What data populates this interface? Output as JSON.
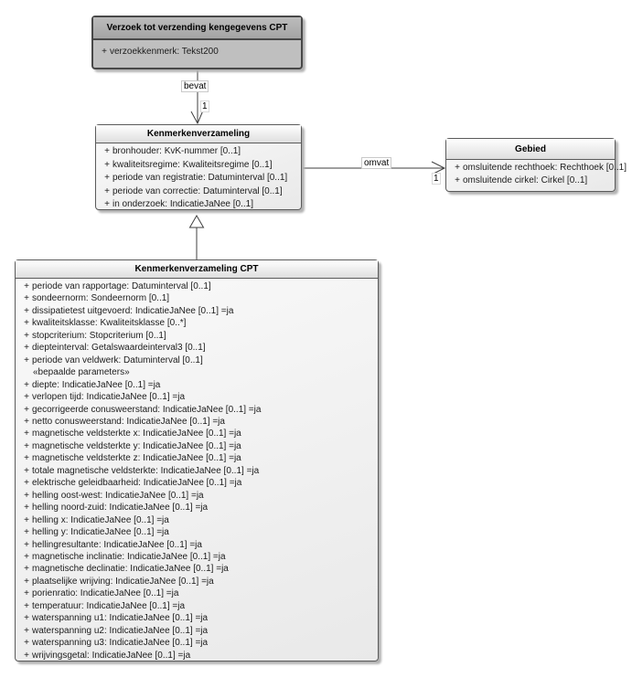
{
  "classes": [
    {
      "id": "verzoek-cpt",
      "title": "Verzoek tot verzending kengegevens CPT",
      "members": [
        {
          "type": "attribute",
          "text": "verzoekkenmerk: Tekst200"
        }
      ]
    },
    {
      "id": "kenmerkenverzameling",
      "title": "Kenmerkenverzameling",
      "members": [
        {
          "type": "attribute",
          "text": "bronhouder: KvK-nummer [0..1]"
        },
        {
          "type": "attribute",
          "text": "kwaliteitsregime: Kwaliteitsregime [0..1]"
        },
        {
          "type": "attribute",
          "text": "periode van registratie: Datuminterval [0..1]"
        },
        {
          "type": "attribute",
          "text": "periode van correctie: Datuminterval [0..1]"
        },
        {
          "type": "attribute",
          "text": "in onderzoek: IndicatieJaNee [0..1]"
        }
      ]
    },
    {
      "id": "gebied",
      "title": "Gebied",
      "members": [
        {
          "type": "attribute",
          "text": "omsluitende rechthoek: Rechthoek [0..1]"
        },
        {
          "type": "attribute",
          "text": "omsluitende cirkel: Cirkel [0..1]"
        }
      ]
    },
    {
      "id": "kenmerkenverzameling-cpt",
      "title": "Kenmerkenverzameling CPT",
      "members": [
        {
          "type": "attribute",
          "text": "periode van rapportage: Datuminterval [0..1]"
        },
        {
          "type": "attribute",
          "text": "sondeernorm: Sondeernorm [0..1]"
        },
        {
          "type": "attribute",
          "text": "dissipatietest uitgevoerd: IndicatieJaNee [0..1] =ja"
        },
        {
          "type": "attribute",
          "text": "kwaliteitsklasse: Kwaliteitsklasse [0..*]"
        },
        {
          "type": "attribute",
          "text": "stopcriterium: Stopcriterium [0..1]"
        },
        {
          "type": "attribute",
          "text": "diepteinterval: Getalswaardeinterval3 [0..1]"
        },
        {
          "type": "attribute",
          "text": "periode van veldwerk: Datuminterval [0..1]"
        },
        {
          "type": "stereotype",
          "text": "«bepaalde parameters»"
        },
        {
          "type": "attribute",
          "text": "diepte: IndicatieJaNee [0..1] =ja"
        },
        {
          "type": "attribute",
          "text": "verlopen tijd: IndicatieJaNee [0..1] =ja"
        },
        {
          "type": "attribute",
          "text": "gecorrigeerde conusweerstand: IndicatieJaNee [0..1] =ja"
        },
        {
          "type": "attribute",
          "text": "netto conusweerstand: IndicatieJaNee [0..1] =ja"
        },
        {
          "type": "attribute",
          "text": "magnetische veldsterkte x: IndicatieJaNee [0..1] =ja"
        },
        {
          "type": "attribute",
          "text": "magnetische veldsterkte y: IndicatieJaNee [0..1] =ja"
        },
        {
          "type": "attribute",
          "text": "magnetische veldsterkte z: IndicatieJaNee [0..1] =ja"
        },
        {
          "type": "attribute",
          "text": "totale magnetische veldsterkte: IndicatieJaNee [0..1] =ja"
        },
        {
          "type": "attribute",
          "text": "elektrische geleidbaarheid: IndicatieJaNee [0..1] =ja"
        },
        {
          "type": "attribute",
          "text": "helling oost-west: IndicatieJaNee [0..1] =ja"
        },
        {
          "type": "attribute",
          "text": "helling noord-zuid: IndicatieJaNee [0..1] =ja"
        },
        {
          "type": "attribute",
          "text": "helling x: IndicatieJaNee [0..1] =ja"
        },
        {
          "type": "attribute",
          "text": "helling y: IndicatieJaNee [0..1] =ja"
        },
        {
          "type": "attribute",
          "text": "hellingresultante: IndicatieJaNee [0..1] =ja"
        },
        {
          "type": "attribute",
          "text": "magnetische inclinatie: IndicatieJaNee [0..1] =ja"
        },
        {
          "type": "attribute",
          "text": "magnetische declinatie: IndicatieJaNee [0..1] =ja"
        },
        {
          "type": "attribute",
          "text": "plaatselijke wrijving: IndicatieJaNee [0..1] =ja"
        },
        {
          "type": "attribute",
          "text": "porienratio: IndicatieJaNee [0..1] =ja"
        },
        {
          "type": "attribute",
          "text": "temperatuur: IndicatieJaNee [0..1] =ja"
        },
        {
          "type": "attribute",
          "text": "waterspanning u1: IndicatieJaNee [0..1] =ja"
        },
        {
          "type": "attribute",
          "text": "waterspanning u2: IndicatieJaNee [0..1] =ja"
        },
        {
          "type": "attribute",
          "text": "waterspanning u3: IndicatieJaNee [0..1] =ja"
        },
        {
          "type": "attribute",
          "text": "wrijvingsgetal: IndicatieJaNee [0..1] =ja"
        }
      ]
    }
  ],
  "connectors": {
    "bevat": {
      "label": "bevat",
      "target_multiplicity": "1",
      "type": "directed-association"
    },
    "omvat": {
      "label": "omvat",
      "target_multiplicity": "1",
      "type": "directed-association"
    },
    "generalization": {
      "type": "generalization"
    }
  },
  "colors": {
    "highlight_class_fill": "#bfbfbf",
    "class_fill": "#efefef",
    "border": "#5a5a5a",
    "background": "#ffffff"
  }
}
